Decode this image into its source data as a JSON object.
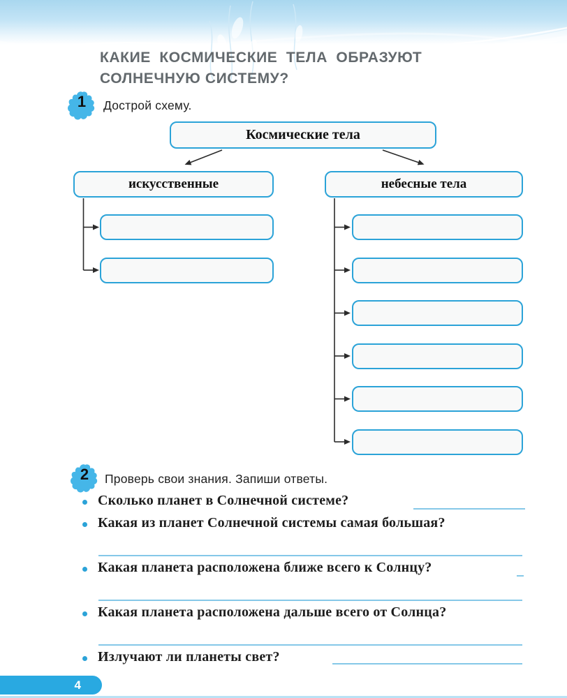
{
  "page": {
    "number": "4",
    "title": {
      "line1": "КАКИЕ КОСМИЧЕСКИЕ ТЕЛА ОБРАЗУЮТ",
      "line2": "СОЛНЕЧНУЮ СИСТЕМУ?"
    }
  },
  "colors": {
    "accent": "#29a9e1",
    "box-border": "#2ba3d8",
    "box-fill": "#f8f9f9",
    "writing-line": "#85c8e8",
    "title-color": "#63696d",
    "connector": "#2b2b2b",
    "text-dark": "#1d1d1d"
  },
  "exercise1": {
    "number": "1",
    "instruction": "Дострой схему.",
    "diagram": {
      "root_label": "Космические тела",
      "branches": [
        {
          "label": "искусственные",
          "empty_slots": 2
        },
        {
          "label": "небесные тела",
          "empty_slots": 6
        }
      ]
    }
  },
  "exercise2": {
    "number": "2",
    "instruction": "Проверь свои знания. Запиши ответы.",
    "questions": [
      "Сколько планет в Солнечной системе?",
      "Какая из планет Солнечной системы самая большая?",
      "Какая планета расположена ближе всего к Солнцу?",
      "Какая планета расположена дальше всего от Солнца?",
      "Излучают ли планеты свет?"
    ]
  }
}
